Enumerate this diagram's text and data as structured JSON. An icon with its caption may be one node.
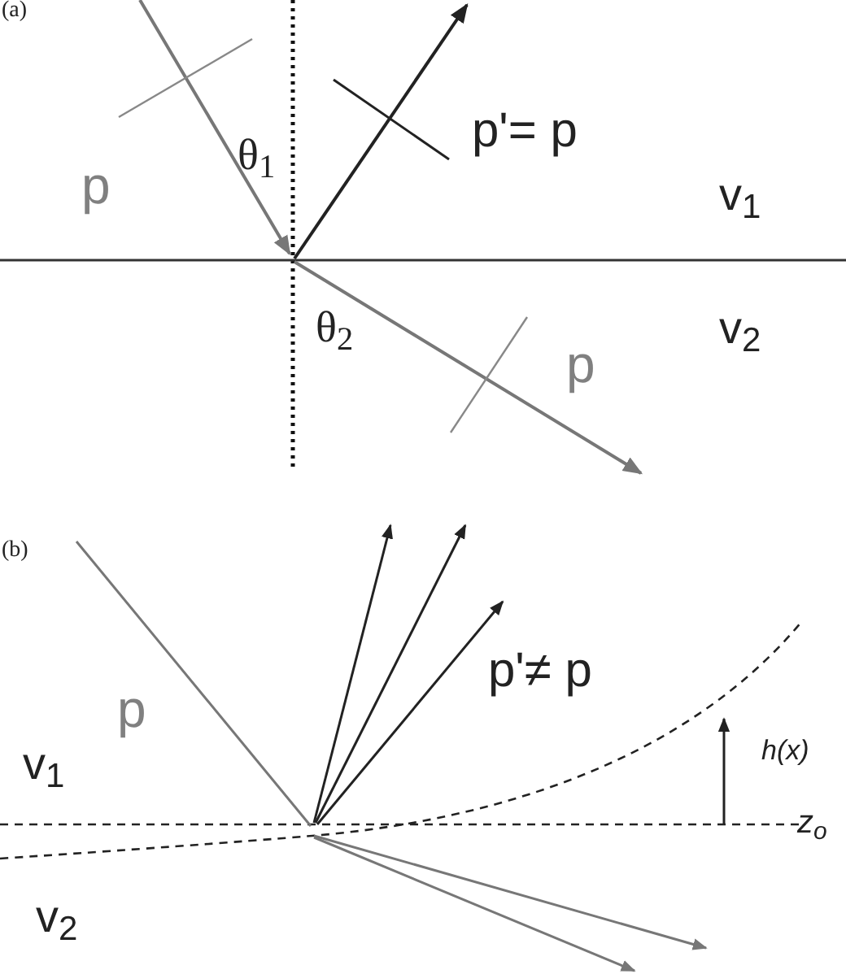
{
  "diagram": {
    "labels": [
      "(a)",
      "p",
      "θ$_{1}$",
      "p'= p",
      "v$_{1}$",
      "θ$_{2}$",
      "v$_{2}$",
      "p",
      "(b)",
      "p",
      "p'≠ p",
      "v$_{1}$",
      "h(x)",
      "z$_{o}$",
      "v$_{2}$"
    ]
  }
}
